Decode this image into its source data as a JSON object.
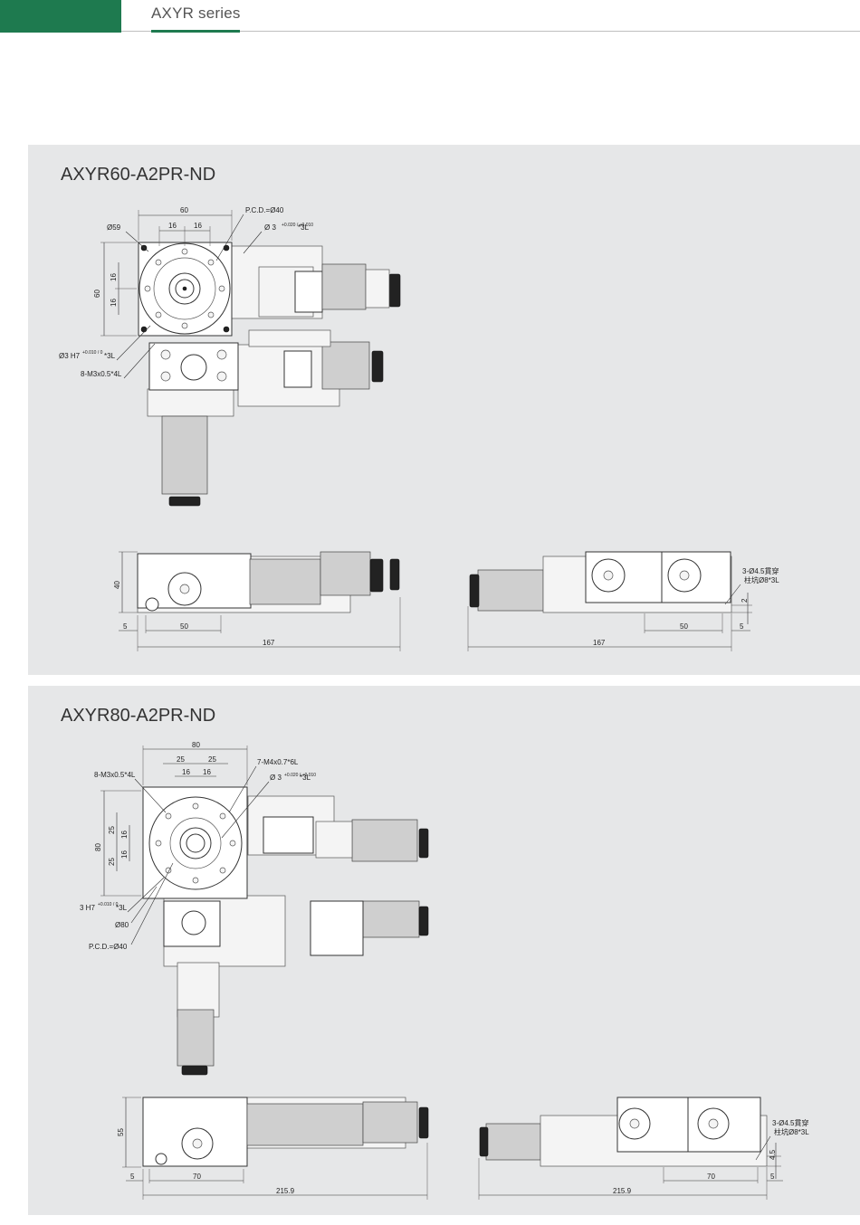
{
  "header": {
    "series": "AXYR series",
    "accent": "#1e7a4f"
  },
  "panel1": {
    "title": "AXYR60-A2PR-ND",
    "top_view": {
      "width": "60",
      "half_a": "16",
      "half_b": "16",
      "height": "60",
      "v_a": "16",
      "v_b": "16",
      "dia_outer": "Ø59",
      "pcd": "P.C.D.=Ø40",
      "pin_top": "Ø 3",
      "pin_top_tol": "+0.020 / +0.010",
      "pin_top_depth": "*3L",
      "pin_left": "Ø3 H7",
      "pin_left_tol": "+0.010 / 0",
      "pin_left_depth": "*3L",
      "tap": "8-M3x0.5*4L"
    },
    "front_view": {
      "height": "40",
      "offset": "5",
      "pitch": "50",
      "length": "167"
    },
    "side_view": {
      "hole": "3-Ø4.5貫穿",
      "cbore": "柱坑Ø8*3L",
      "pitch": "50",
      "offset": "5",
      "length": "167",
      "height": "2"
    }
  },
  "panel2": {
    "title": "AXYR80-A2PR-ND",
    "top_view": {
      "width": "80",
      "pitch_a": "25",
      "pitch_b": "25",
      "half_a": "16",
      "half_b": "16",
      "height": "80",
      "v_a": "25",
      "v_b": "16",
      "v_c": "16",
      "v_d": "25",
      "tap_top": "7-M4x0.7*6L",
      "tap_left": "8-M3x0.5*4L",
      "pin_top": "Ø 3",
      "pin_top_tol": "+0.020 / +0.010",
      "pin_top_depth": "*3L",
      "pin_left": "3 H7",
      "pin_left_tol": "+0.010 / 0",
      "pin_left_depth": "*3L",
      "dia_outer": "Ø80",
      "pcd": "P.C.D.=Ø40"
    },
    "front_view": {
      "height": "55",
      "offset": "5",
      "pitch": "70",
      "length": "215.9"
    },
    "side_view": {
      "hole": "3-Ø4.5貫穿",
      "cbore": "柱坑Ø8*3L",
      "height": "4.5",
      "pitch": "70",
      "offset": "5",
      "length": "215.9"
    }
  }
}
